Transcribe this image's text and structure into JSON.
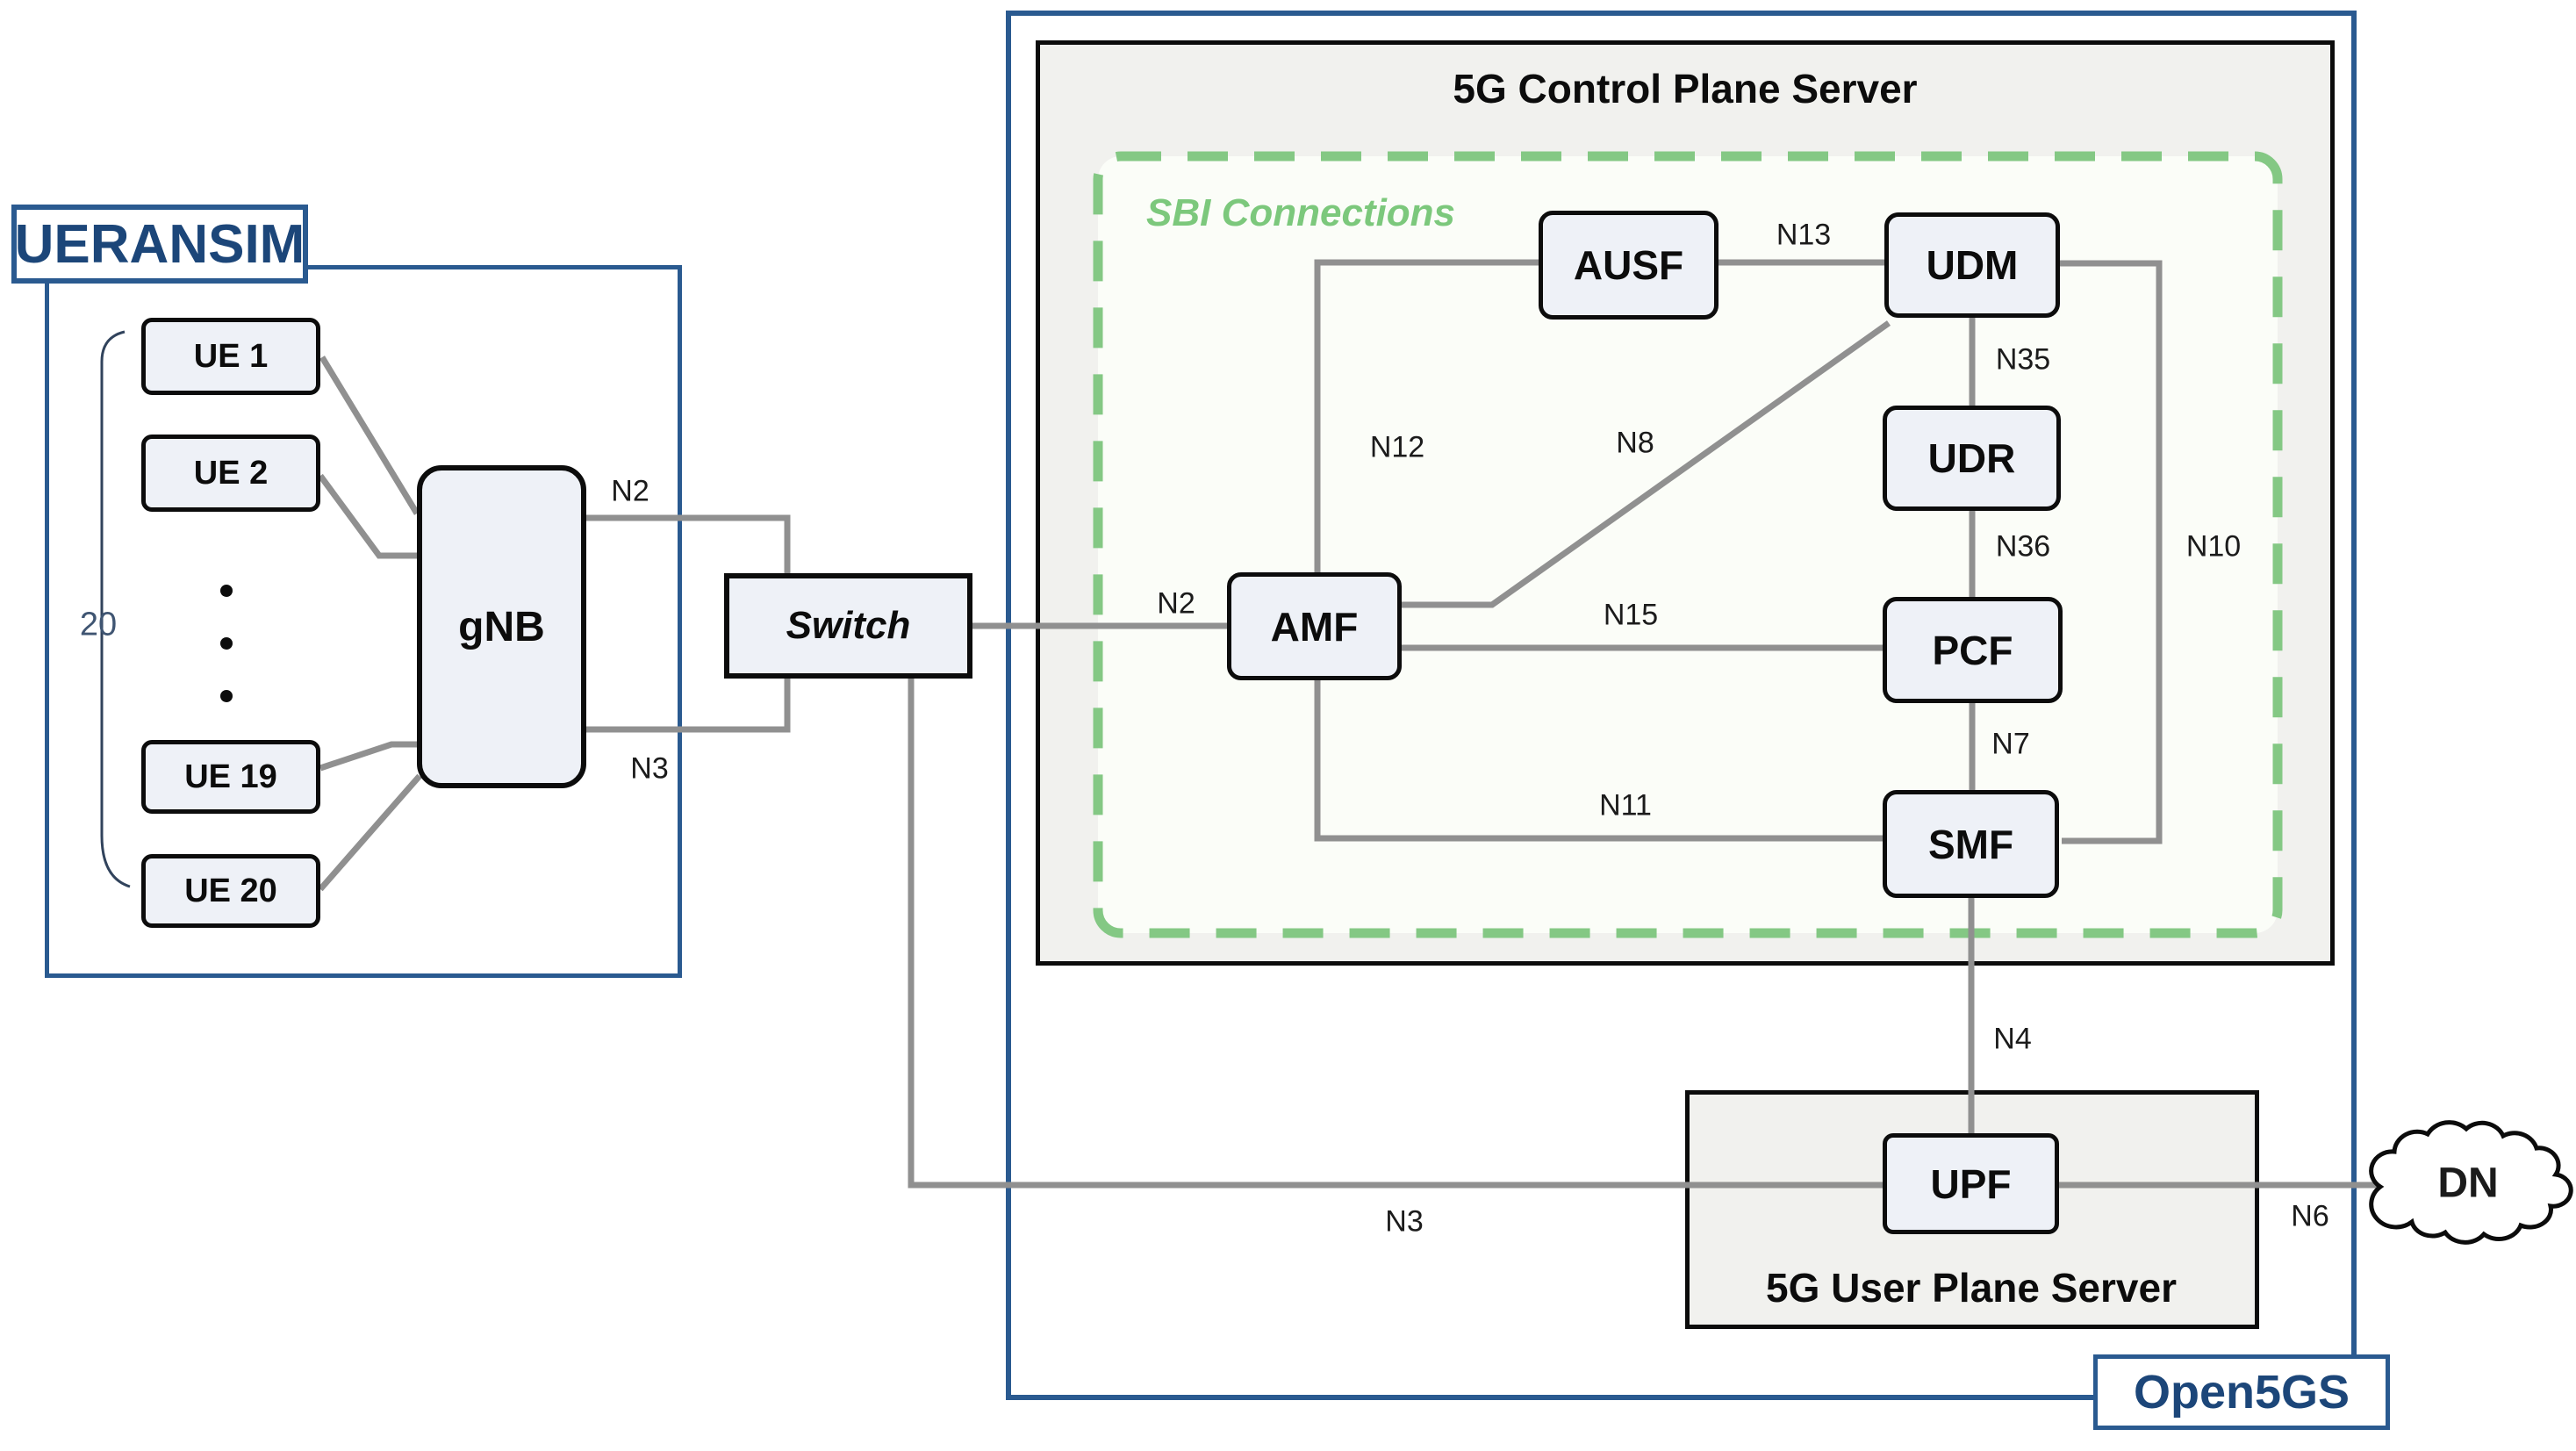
{
  "ueransim": {
    "title": "UERANSIM",
    "count_label": "20",
    "ues": {
      "ue1": "UE 1",
      "ue2": "UE 2",
      "ue19": "UE 19",
      "ue20": "UE 20"
    },
    "gnb": "gNB"
  },
  "transport": {
    "switch": "Switch"
  },
  "open5gs": {
    "title": "Open5GS",
    "control_plane": {
      "title": "5G Control Plane Server",
      "sbi_label": "SBI Connections",
      "ausf": "AUSF",
      "udm": "UDM",
      "udr": "UDR",
      "amf": "AMF",
      "pcf": "PCF",
      "smf": "SMF"
    },
    "user_plane": {
      "title": "5G User Plane Server",
      "upf": "UPF"
    }
  },
  "external": {
    "dn": "DN"
  },
  "interfaces": {
    "n2_ran": "N2",
    "n3_ran": "N3",
    "n2_core": "N2",
    "n12": "N12",
    "n13": "N13",
    "n8": "N8",
    "n15": "N15",
    "n35": "N35",
    "n36": "N36",
    "n10": "N10",
    "n7": "N7",
    "n11": "N11",
    "n4": "N4",
    "n3_core": "N3",
    "n6": "N6"
  },
  "colors": {
    "frame_blue": "#2a5a90",
    "text_blue": "#1c4679",
    "line_gray": "#909090",
    "sbi_green": "#84c884",
    "node_fill": "#eef1f7",
    "panel_fill": "#f1f1ee",
    "black": "#0c0c0c"
  }
}
